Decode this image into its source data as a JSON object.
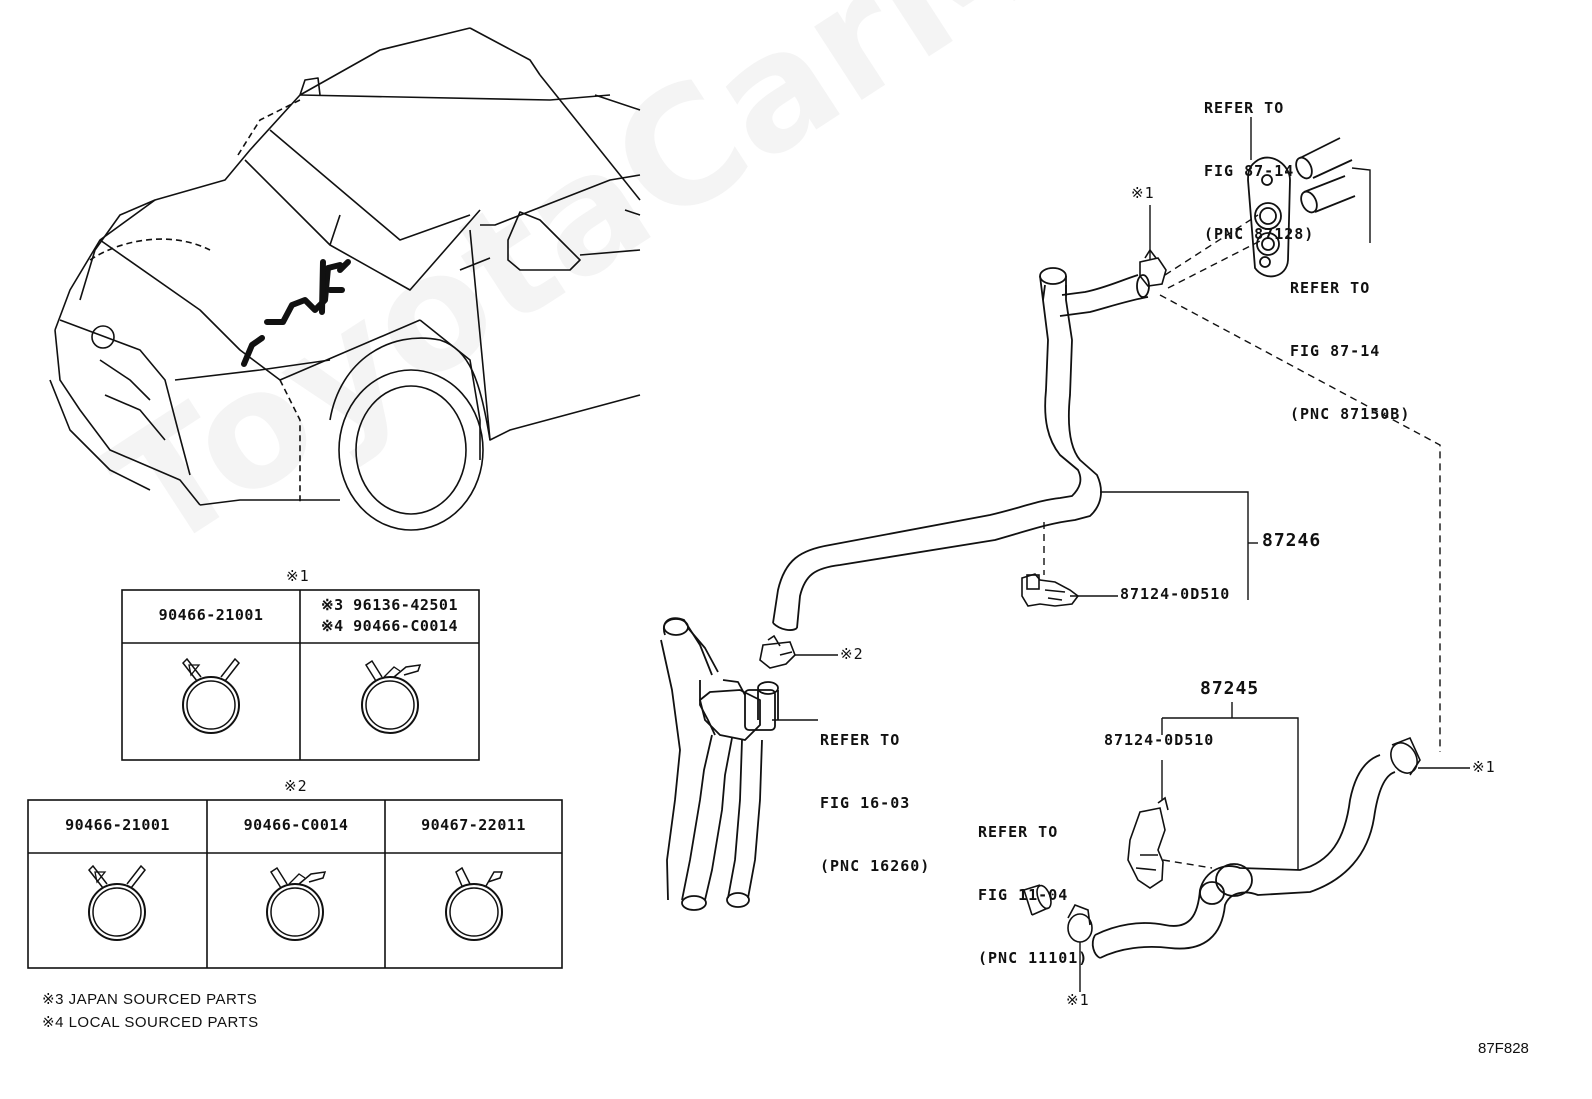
{
  "watermark": "ToyotaCarMirror.ru",
  "figure_id": "87F828",
  "callouts": {
    "refer_8714_a": [
      "REFER TO",
      "FIG 87-14",
      "(PNC 87128)"
    ],
    "refer_8714_b": [
      "REFER TO",
      "FIG 87-14",
      "(PNC 87150B)"
    ],
    "refer_1603": [
      "REFER TO",
      "FIG 16-03",
      "(PNC 16260)"
    ],
    "refer_1104": [
      "REFER TO",
      "FIG 11-04",
      "(PNC 11101)"
    ],
    "part_87246": "87246",
    "part_87245": "87245",
    "clip_87124_top": "87124-0D510",
    "clip_87124_bottom": "87124-0D510",
    "mark1_top": "※1",
    "mark1_right": "※1",
    "mark1_bottom": "※1",
    "mark2": "※2"
  },
  "table1": {
    "title": "※1",
    "cells": [
      {
        "label": "90466-21001"
      },
      {
        "label_lines": [
          "※3 96136-42501",
          "※4 90466-C0014"
        ]
      }
    ]
  },
  "table2": {
    "title": "※2",
    "cells": [
      {
        "label": "90466-21001"
      },
      {
        "label": "90466-C0014"
      },
      {
        "label": "90467-22011"
      }
    ]
  },
  "notes": [
    "※3 JAPAN SOURCED PARTS",
    "※4 LOCAL SOURCED PARTS"
  ]
}
